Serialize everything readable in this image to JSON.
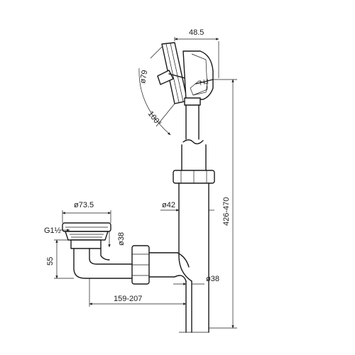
{
  "dimensions": {
    "overflow_depth": "48.5",
    "overflow_diameter": "ø79",
    "overflow_angle": "100°",
    "pipe_diameter_upper": "ø42",
    "waste_diameter": "ø73.5",
    "thread": "G1½",
    "elbow_diameter": "ø38",
    "waste_height": "55",
    "total_height": "426-470",
    "pipe_diameter_lower": "ø38",
    "horizontal_length": "159-207"
  }
}
